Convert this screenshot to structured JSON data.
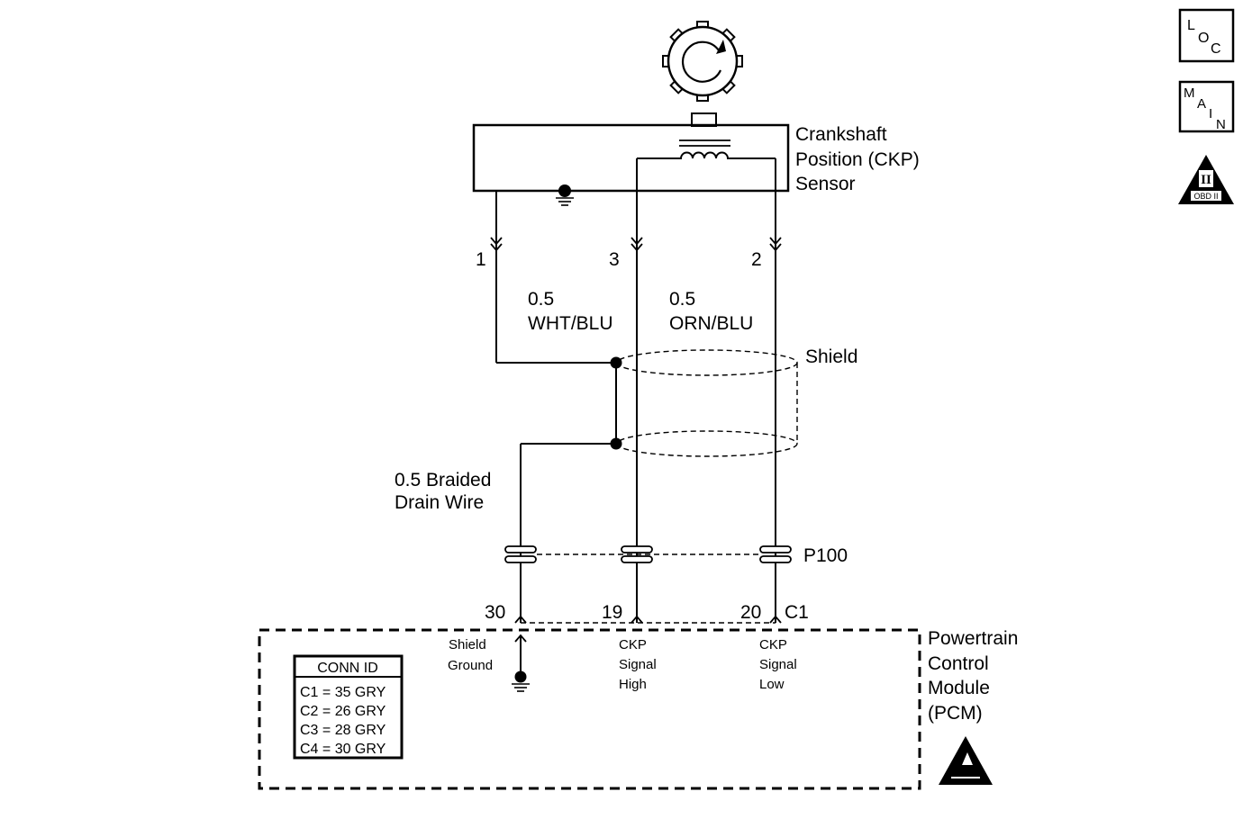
{
  "sensor": {
    "name_line1": "Crankshaft",
    "name_line2": "Position (CKP)",
    "name_line3": "Sensor"
  },
  "sensor_pins": [
    "1",
    "3",
    "2"
  ],
  "wires": {
    "w1_gauge": "0.5",
    "w1_color": "WHT/BLU",
    "w2_gauge": "0.5",
    "w2_color": "ORN/BLU",
    "shield_label": "Shield",
    "drain_line1": "0.5 Braided",
    "drain_line2": "Drain Wire"
  },
  "connector": {
    "name": "P100",
    "pcm_pins": [
      "30",
      "19",
      "20"
    ],
    "pcm_conn": "C1"
  },
  "pcm": {
    "line1": "Powertrain",
    "line2": "Control",
    "line3": "Module",
    "line4": "(PCM)",
    "term1_line1": "Shield",
    "term1_line2": "Ground",
    "term2_line1": "CKP",
    "term2_line2": "Signal",
    "term2_line3": "High",
    "term3_line1": "CKP",
    "term3_line2": "Signal",
    "term3_line3": "Low"
  },
  "conn_id": {
    "title": "CONN ID",
    "rows": [
      "C1 = 35 GRY",
      "C2 = 26 GRY",
      "C3 = 28 GRY",
      "C4 = 30 GRY"
    ]
  },
  "side_icons": {
    "loc": [
      "L",
      "O",
      "C"
    ],
    "main": [
      "M",
      "A",
      "I",
      "N"
    ],
    "obd_numeral": "II",
    "obd_text": "OBD II"
  },
  "icon_names": [
    "reluctor-wheel-icon",
    "ground-icon",
    "esd-warning-icon",
    "loc-button-icon",
    "main-button-icon",
    "obd2-icon"
  ]
}
